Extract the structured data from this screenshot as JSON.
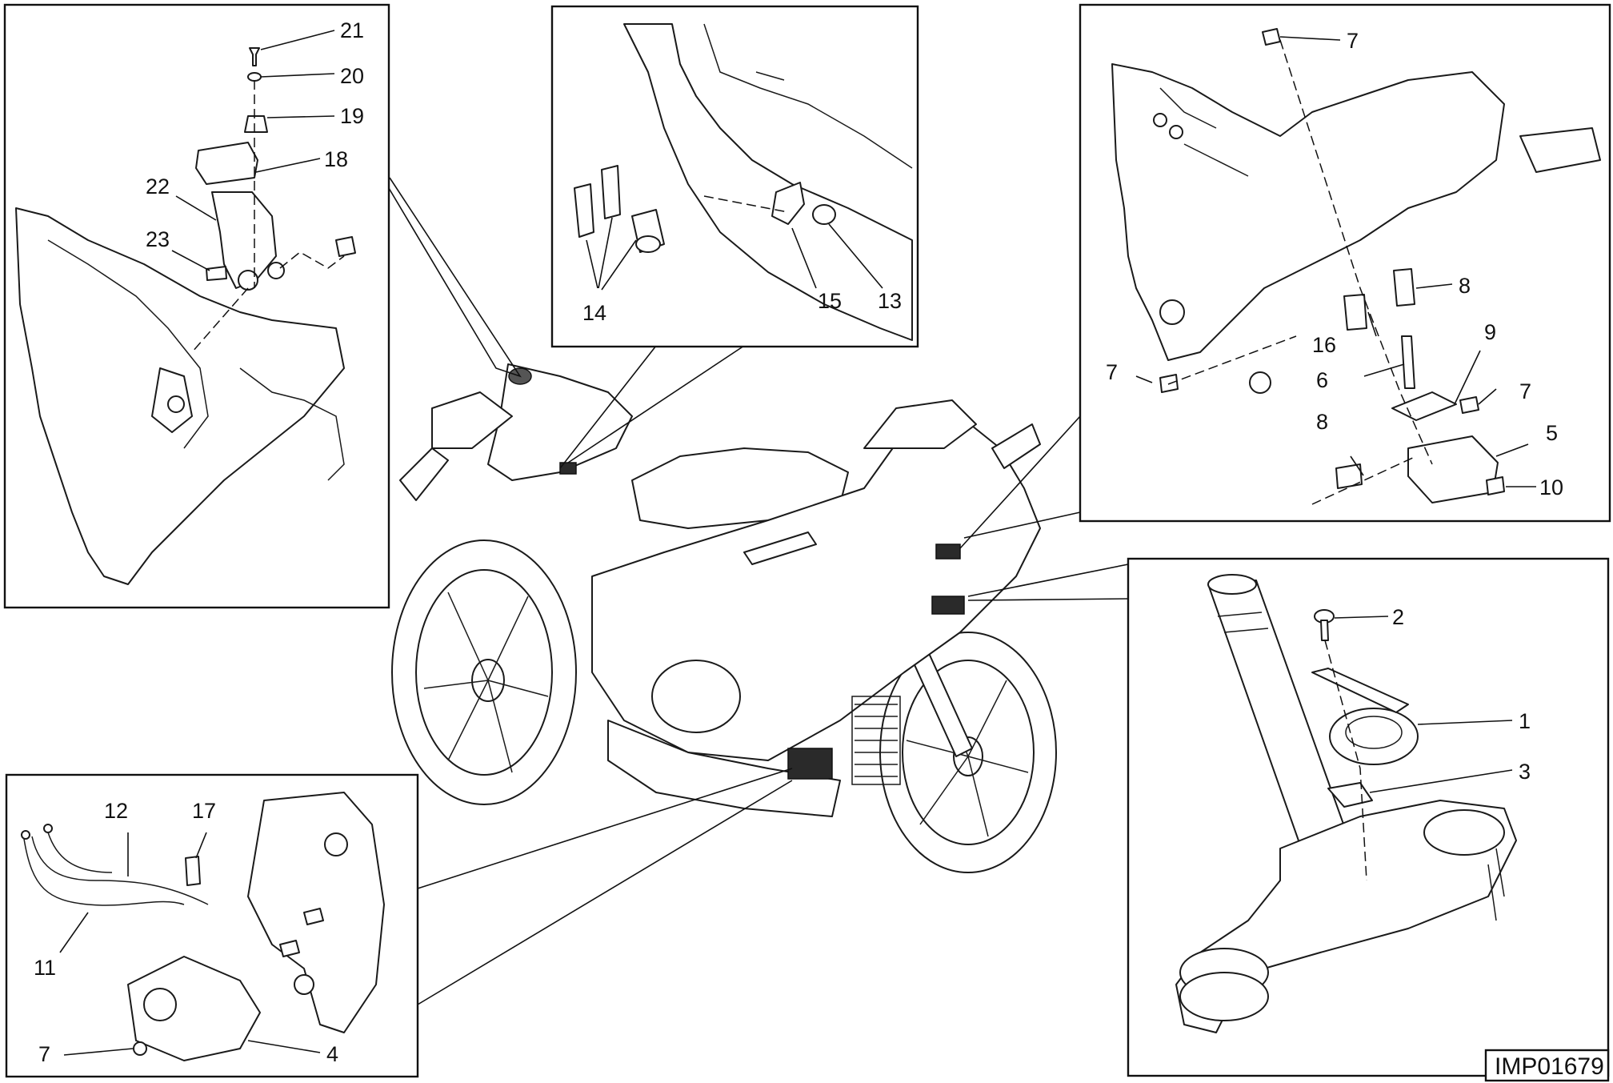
{
  "reference_code": "IMP01679",
  "callouts": {
    "p1": "1",
    "p2": "2",
    "p3": "3",
    "p4": "4",
    "p5": "5",
    "p6": "6",
    "p7a": "7",
    "p7b": "7",
    "p7c": "7",
    "p7d": "7",
    "p8a": "8",
    "p8b": "8",
    "p9": "9",
    "p10": "10",
    "p11": "11",
    "p12": "12",
    "p13": "13",
    "p14": "14",
    "p15": "15",
    "p16": "16",
    "p17": "17",
    "p18": "18",
    "p19": "19",
    "p20": "20",
    "p21": "21",
    "p22": "22",
    "p23": "23"
  }
}
